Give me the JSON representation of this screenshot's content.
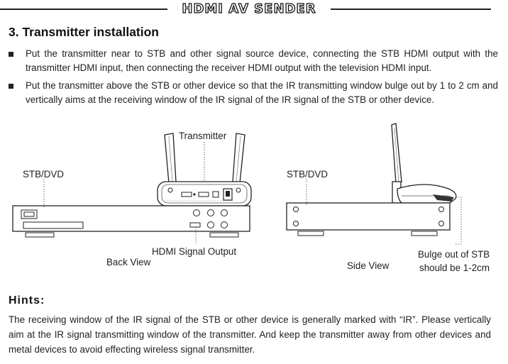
{
  "header": {
    "title": "HDMI AV SENDER"
  },
  "section": {
    "title": "3. Transmitter installation"
  },
  "bullets": [
    "Put the transmitter near to STB and other signal source device, connecting the STB HDMI output with the transmitter HDMI input, then connecting the receiver HDMI output with the television HDMI input.",
    "Put the transmitter above the STB or other device so that the IR transmitting window bulge out by 1 to 2 cm and vertically aims at the receiving window of the IR signal of the IR signal of the STB or other device."
  ],
  "diagram": {
    "transmitter_label": "Transmitter",
    "stb_left_label": "STB/DVD",
    "hdmi_output_label": "HDMI Signal Output",
    "back_view_label": "Back View",
    "stb_right_label": "STB/DVD",
    "side_view_label": "Side View",
    "bulge_line1": "Bulge out of STB",
    "bulge_line2": "should be 1-2cm"
  },
  "hints": {
    "title": "Hints:",
    "body": "The receiving window of the IR signal of the STB or other device is generally marked with “IR”. Please vertically aim at the IR signal transmitting window of the transmitter. And keep the transmitter away from other devices and metal devices to avoid effecting wireless signal transmitter."
  }
}
